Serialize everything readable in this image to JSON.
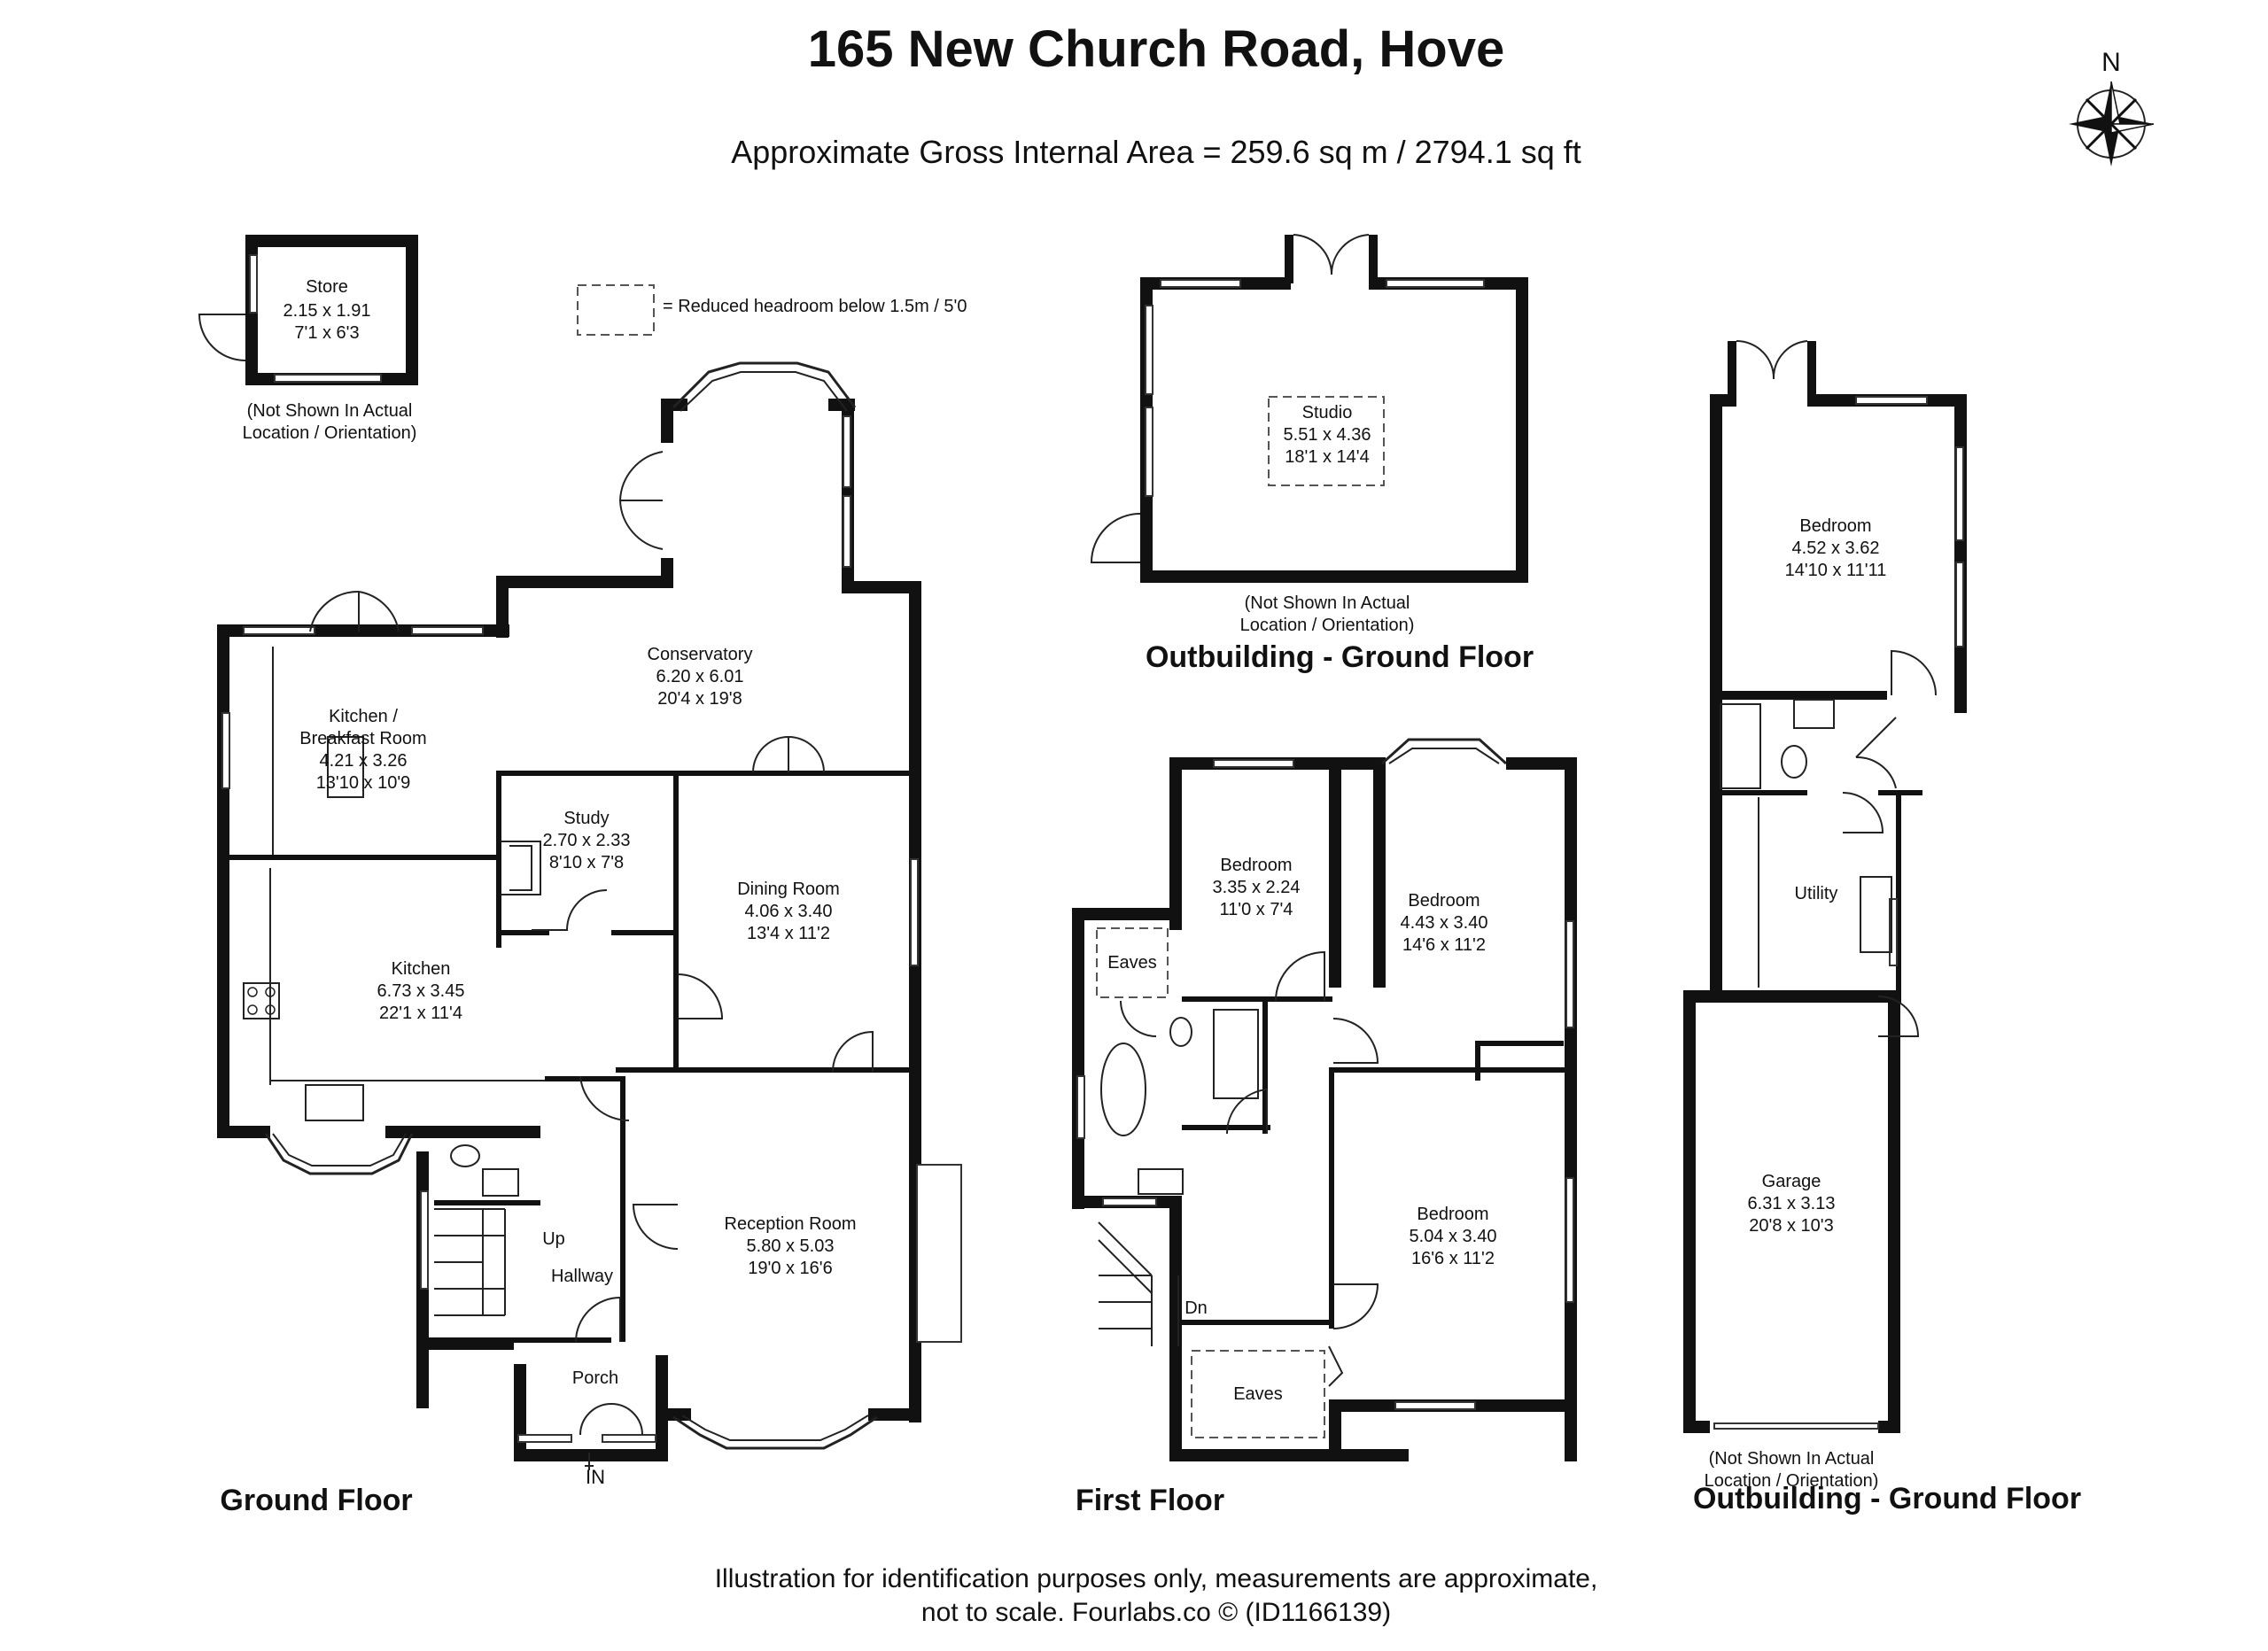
{
  "title": "165 New Church Road, Hove",
  "subtitle": "Approximate Gross Internal Area = 259.6 sq m / 2794.1 sq ft",
  "compass_label": "N",
  "legend": {
    "text": "= Reduced headroom below 1.5m / 5'0"
  },
  "floors": {
    "ground": "Ground Floor",
    "first": "First Floor",
    "outbuilding_studio": "Outbuilding - Ground Floor",
    "outbuilding_garage": "Outbuilding - Ground Floor"
  },
  "rooms": {
    "store": {
      "name": "Store",
      "metric": "2.15 x 1.91",
      "imperial": "7'1 x 6'3"
    },
    "conservatory": {
      "name": "Conservatory",
      "metric": "6.20 x 6.01",
      "imperial": "20'4 x 19'8"
    },
    "kitchen_breakfast": {
      "name1": "Kitchen /",
      "name2": "Breakfast Room",
      "metric": "4.21 x 3.26",
      "imperial": "13'10 x 10'9"
    },
    "study": {
      "name": "Study",
      "metric": "2.70 x 2.33",
      "imperial": "8'10 x 7'8"
    },
    "dining": {
      "name": "Dining Room",
      "metric": "4.06 x 3.40",
      "imperial": "13'4 x 11'2"
    },
    "kitchen": {
      "name": "Kitchen",
      "metric": "6.73 x 3.45",
      "imperial": "22'1 x 11'4"
    },
    "reception": {
      "name": "Reception Room",
      "metric": "5.80 x 5.03",
      "imperial": "19'0 x 16'6"
    },
    "hallway": {
      "name": "Hallway"
    },
    "porch": {
      "name": "Porch"
    },
    "studio": {
      "name": "Studio",
      "metric": "5.51 x 4.36",
      "imperial": "18'1 x 14'4"
    },
    "bedroom_small": {
      "name": "Bedroom",
      "metric": "3.35 x 2.24",
      "imperial": "11'0 x 7'4"
    },
    "bedroom_front": {
      "name": "Bedroom",
      "metric": "4.43 x 3.40",
      "imperial": "14'6 x 11'2"
    },
    "bedroom_rear": {
      "name": "Bedroom",
      "metric": "5.04 x 3.40",
      "imperial": "16'6 x 11'2"
    },
    "outbuilding_bedroom": {
      "name": "Bedroom",
      "metric": "4.52 x 3.62",
      "imperial": "14'10 x 11'11"
    },
    "utility": {
      "name": "Utility"
    },
    "garage": {
      "name": "Garage",
      "metric": "6.31 x 3.13",
      "imperial": "20'8 x 10'3"
    },
    "eaves_top": {
      "name": "Eaves"
    },
    "eaves_bottom": {
      "name": "Eaves"
    }
  },
  "markers": {
    "up": "Up",
    "dn": "Dn",
    "in": "IN"
  },
  "notes": {
    "store_note1": "(Not Shown In Actual",
    "store_note2": "Location / Orientation)",
    "studio_note1": "(Not Shown In Actual",
    "studio_note2": "Location / Orientation)",
    "garage_note1": "(Not Shown In Actual",
    "garage_note2": "Location / Orientation)"
  },
  "footer": {
    "line1": "Illustration for identification purposes only, measurements are approximate,",
    "line2": "not to scale. Fourlabs.co © (ID1166139)"
  }
}
